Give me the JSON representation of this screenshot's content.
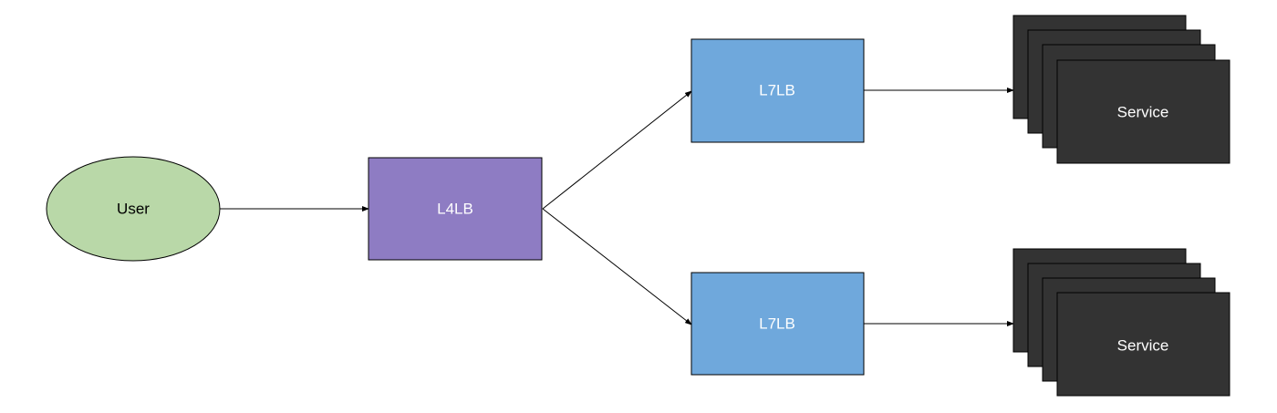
{
  "diagram": {
    "nodes": {
      "user": {
        "label": "User",
        "fill": "#b9d8a8",
        "text_color": "#000000"
      },
      "l4lb": {
        "label": "L4LB",
        "fill": "#8e7cc3",
        "text_color": "#ffffff"
      },
      "l7lb_top": {
        "label": "L7LB",
        "fill": "#6fa8dc",
        "text_color": "#ffffff"
      },
      "l7lb_bottom": {
        "label": "L7LB",
        "fill": "#6fa8dc",
        "text_color": "#ffffff"
      },
      "service_top": {
        "label": "Service",
        "fill": "#333333",
        "text_color": "#ffffff",
        "stack_count": 4
      },
      "service_bottom": {
        "label": "Service",
        "fill": "#333333",
        "text_color": "#ffffff",
        "stack_count": 4
      }
    },
    "edges": [
      {
        "from": "user",
        "to": "l4lb"
      },
      {
        "from": "l4lb",
        "to": "l7lb_top"
      },
      {
        "from": "l4lb",
        "to": "l7lb_bottom"
      },
      {
        "from": "l7lb_top",
        "to": "service_top"
      },
      {
        "from": "l7lb_bottom",
        "to": "service_bottom"
      }
    ],
    "stroke_color": "#000000"
  }
}
